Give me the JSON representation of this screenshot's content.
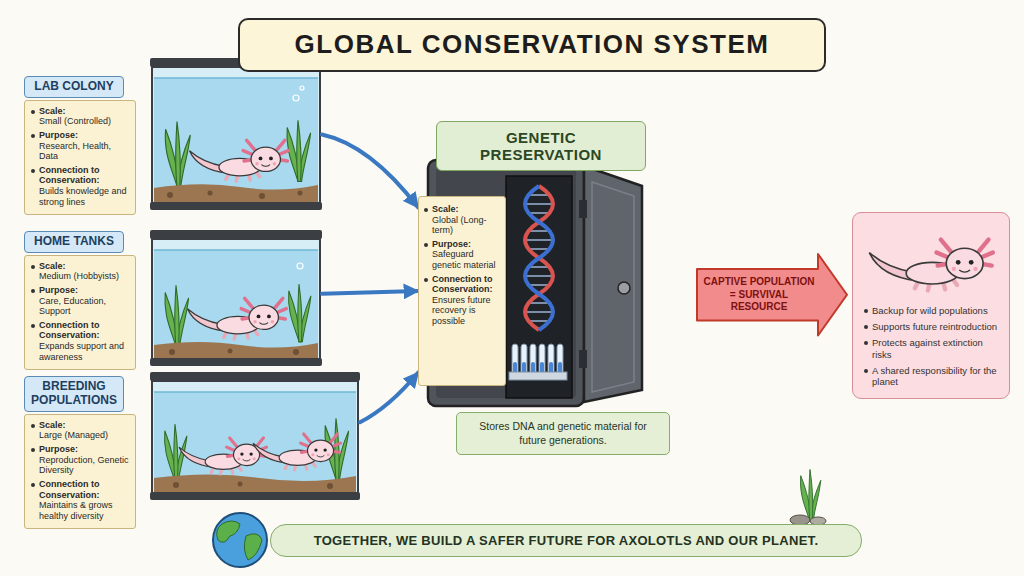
{
  "diagram": {
    "title": "GLOBAL CONSERVATION SYSTEM",
    "nodes": [
      {
        "text": [
          "LAB COLONY",
          "Scale: Small (Controlled)",
          "Purpose: Research, Health, Data",
          "Connection to Conservation: Builds knowledge and strong lines"
        ]
      },
      {
        "text": [
          "HOME TANKS",
          "Scale: Medium (Hobbyists)",
          "Purpose: Care, Education, Support",
          "Connection to Conservation: Expands support and awareness"
        ]
      },
      {
        "text": [
          "BREEDING POPULATIONS",
          "Scale: Large (Managed)",
          "Purpose: Reproduction, Genetic Diversity",
          "Connection to Conservation: Maintains & grows healthy diversity"
        ]
      },
      {
        "text": [
          "GENETIC PRESERVATION"
        ]
      },
      {
        "text": [
          "Scale: Global (Long-term)",
          "Purpose: Safeguard genetic material",
          "Connection to Conservation: Ensures future recovery is possible"
        ]
      },
      {
        "text": [
          "Stores DNA and genetic material for future generations."
        ]
      },
      {
        "text": [
          "CAPTIVE POPULATION = SURVIVAL RESOURCE"
        ]
      },
      {
        "text": [
          "Backup for wild populations",
          "Supports future reintroduction",
          "Protects against extinction risks",
          "A shared responsibility for the planet"
        ]
      },
      {
        "text": [
          "TOGETHER, WE BUILD A SAFER FUTURE FOR AXOLOTLS AND OUR PLANET."
        ]
      }
    ],
    "edges": [
      {
        "from": 0,
        "to": 4,
        "arrow": "to"
      },
      {
        "from": 1,
        "to": 4,
        "arrow": "to"
      },
      {
        "from": 2,
        "to": 4,
        "arrow": "to"
      }
    ]
  }
}
